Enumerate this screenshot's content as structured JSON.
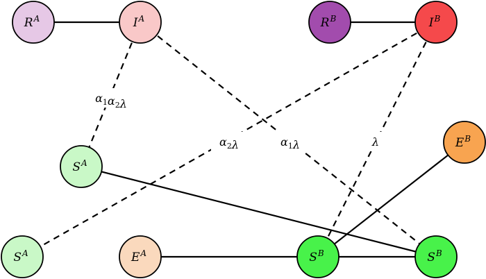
{
  "nodes": [
    {
      "id": "RA",
      "base": "R",
      "sup": "A",
      "color": "#e6c8e6"
    },
    {
      "id": "IA",
      "base": "I",
      "sup": "A",
      "color": "#f9c8c8"
    },
    {
      "id": "RB",
      "base": "R",
      "sup": "B",
      "color": "#a24cad"
    },
    {
      "id": "IB",
      "base": "I",
      "sup": "B",
      "color": "#f5494b"
    },
    {
      "id": "SA1",
      "base": "S",
      "sup": "A",
      "color": "#c9f8c7"
    },
    {
      "id": "EB",
      "base": "E",
      "sup": "B",
      "color": "#f8a450"
    },
    {
      "id": "SA2",
      "base": "S",
      "sup": "A",
      "color": "#c9f8c7"
    },
    {
      "id": "EA",
      "base": "E",
      "sup": "A",
      "color": "#fad9bd"
    },
    {
      "id": "SB1",
      "base": "S",
      "sup": "B",
      "color": "#48f24a"
    },
    {
      "id": "SB2",
      "base": "S",
      "sup": "B",
      "color": "#48f24a"
    }
  ],
  "edges": [
    {
      "from": "RA",
      "to": "IA",
      "style": "solid"
    },
    {
      "from": "RB",
      "to": "IB",
      "style": "solid"
    },
    {
      "from": "EA",
      "to": "SB1",
      "style": "solid"
    },
    {
      "from": "SB1",
      "to": "SB2",
      "style": "solid"
    },
    {
      "from": "SA1",
      "to": "SB2",
      "style": "solid"
    },
    {
      "from": "SB1",
      "to": "EB",
      "style": "solid"
    },
    {
      "from": "IA",
      "to": "SA1",
      "style": "dashed",
      "label_id": "a1a2"
    },
    {
      "from": "IA",
      "to": "SB2",
      "style": "dashed",
      "label_id": "a1"
    },
    {
      "from": "IB",
      "to": "SA2",
      "style": "dashed",
      "label_id": "a2"
    },
    {
      "from": "IB",
      "to": "SB1",
      "style": "dashed",
      "label_id": "lam"
    }
  ],
  "edge_labels": {
    "a1a2": {
      "parts": [
        [
          "α",
          "1"
        ],
        [
          "α",
          "2"
        ],
        [
          "λ",
          ""
        ]
      ]
    },
    "a1": {
      "parts": [
        [
          "α",
          "1"
        ],
        [
          "λ",
          ""
        ]
      ]
    },
    "a2": {
      "parts": [
        [
          "α",
          "2"
        ],
        [
          "λ",
          ""
        ]
      ]
    },
    "lam": {
      "parts": [
        [
          "λ",
          ""
        ]
      ]
    }
  }
}
